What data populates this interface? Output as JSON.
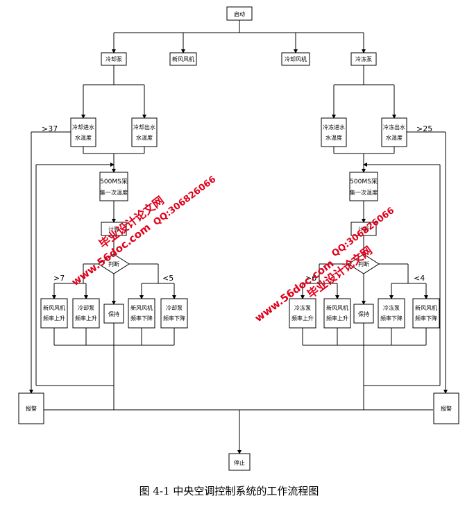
{
  "diagram": {
    "nodes": {
      "start": "启动",
      "cooling_pump": "冷却泵",
      "fresh_fan": "新风风机",
      "return_fan": "冷却风机",
      "chilled_pump": "冷冻泵",
      "cool_in_temp": "冷却进水",
      "cool_in_temp_2": "水温度",
      "cool_out_temp": "冷却出水",
      "cool_out_temp_2": "水温度",
      "chill_in_temp": "冷冻进水",
      "chill_in_temp_2": "水温度",
      "chill_out_temp": "冷冻出水",
      "chill_out_temp_2": "水温度",
      "sample_left_1": "500MS采",
      "sample_left_2": "集一次温度",
      "sample_right_1": "500MS采",
      "sample_right_2": "集一次温度",
      "compare_left_top": "计算",
      "compare_right_top": "计算",
      "judge_left": "判断",
      "judge_right": "判断",
      "left_up_fan_1": "新风风机",
      "left_up_fan_2": "频率上升",
      "left_up_pump_1": "冷却泵",
      "left_up_pump_2": "频率上升",
      "left_keep": "保持",
      "left_down_fan_1": "新风风机",
      "left_down_fan_2": "频率下降",
      "left_down_pump_1": "冷却泵",
      "left_down_pump_2": "频率下降",
      "right_up_pump_1": "冷冻泵",
      "right_up_pump_2": "频率上升",
      "right_up_fan_1": "新风风机",
      "right_up_fan_2": "频率上升",
      "right_keep": "保持",
      "right_down_pump_1": "冷冻泵",
      "right_down_pump_2": "频率下降",
      "right_down_fan_1": "新风风机",
      "right_down_fan_2": "频率下降",
      "alarm_left": "报警",
      "alarm_right": "报警",
      "end": "停止"
    },
    "edge_labels": {
      "left_over": ">37",
      "right_over": ">25",
      "left_gt": ">7",
      "left_lt": "<5",
      "right_gt": ">6",
      "right_lt": "<4"
    },
    "watermarks": {
      "site_name": "毕业设计论文网",
      "url": "www.56doc.com",
      "qq": "QQ:306826066"
    },
    "caption": "图 4-1  中央空调控制系统的工作流程图"
  }
}
